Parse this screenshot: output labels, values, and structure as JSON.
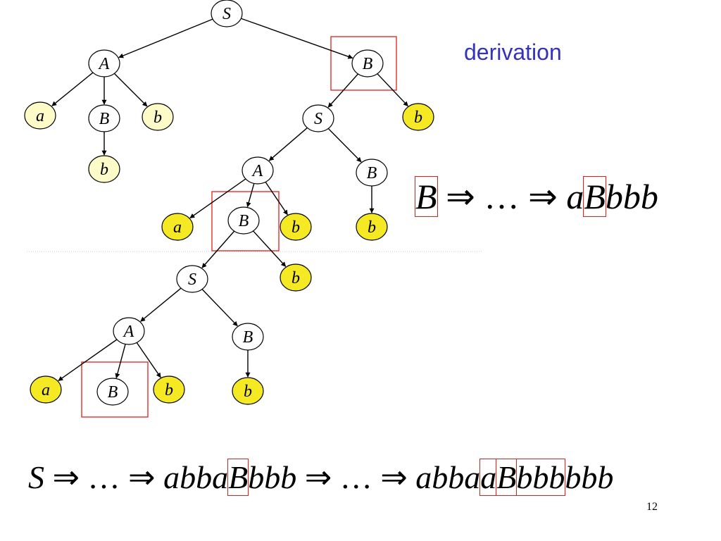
{
  "title": "derivation",
  "page_number": "12",
  "colors": {
    "leaf_light": "#fdfbc8",
    "leaf_bright": "#f5e924",
    "highlight": "#e0201a",
    "title": "#3333bb"
  },
  "formula_top": {
    "lhs": "B",
    "arrow1": "⇒",
    "dots": "…",
    "arrow2": "⇒",
    "rhs_a": "a",
    "rhs_B": "B",
    "rhs_tail": "bbb"
  },
  "formula_bottom": {
    "s": "S",
    "arrow1": "⇒",
    "dots1": "…",
    "arrow2": "⇒",
    "mid_pre": "abba",
    "mid_B": "B",
    "mid_post": "bbb",
    "arrow3": "⇒",
    "dots2": "…",
    "arrow4": "⇒",
    "end_pre": "abba",
    "end_a": "a",
    "end_B": "B",
    "end_bbb": "bbb",
    "end_post": "bbb"
  },
  "tree": {
    "nodes": [
      {
        "id": "s1",
        "label": "S",
        "fill": "white"
      },
      {
        "id": "a1",
        "label": "A",
        "fill": "white"
      },
      {
        "id": "b_root",
        "label": "B",
        "fill": "white"
      },
      {
        "id": "la1",
        "label": "a",
        "fill": "light"
      },
      {
        "id": "b1",
        "label": "B",
        "fill": "white"
      },
      {
        "id": "lb1",
        "label": "b",
        "fill": "light"
      },
      {
        "id": "lb2",
        "label": "b",
        "fill": "light"
      },
      {
        "id": "s2",
        "label": "S",
        "fill": "white"
      },
      {
        "id": "lb3",
        "label": "b",
        "fill": "bright"
      },
      {
        "id": "a2",
        "label": "A",
        "fill": "white"
      },
      {
        "id": "b2",
        "label": "B",
        "fill": "white"
      },
      {
        "id": "la2",
        "label": "a",
        "fill": "bright"
      },
      {
        "id": "b3",
        "label": "B",
        "fill": "white"
      },
      {
        "id": "lb4",
        "label": "b",
        "fill": "bright"
      },
      {
        "id": "lb5",
        "label": "b",
        "fill": "bright"
      },
      {
        "id": "s3",
        "label": "S",
        "fill": "white"
      },
      {
        "id": "lb6",
        "label": "b",
        "fill": "bright"
      },
      {
        "id": "a3",
        "label": "A",
        "fill": "white"
      },
      {
        "id": "b4",
        "label": "B",
        "fill": "white"
      },
      {
        "id": "la3",
        "label": "a",
        "fill": "bright"
      },
      {
        "id": "b5",
        "label": "B",
        "fill": "white"
      },
      {
        "id": "lb7",
        "label": "b",
        "fill": "bright"
      },
      {
        "id": "lb8",
        "label": "b",
        "fill": "bright"
      }
    ],
    "edges": [
      [
        "s1",
        "a1"
      ],
      [
        "s1",
        "b_root"
      ],
      [
        "a1",
        "la1"
      ],
      [
        "a1",
        "b1"
      ],
      [
        "a1",
        "lb1"
      ],
      [
        "b1",
        "lb2"
      ],
      [
        "b_root",
        "s2"
      ],
      [
        "b_root",
        "lb3"
      ],
      [
        "s2",
        "a2"
      ],
      [
        "s2",
        "b2"
      ],
      [
        "a2",
        "la2"
      ],
      [
        "a2",
        "b3"
      ],
      [
        "a2",
        "lb4"
      ],
      [
        "b2",
        "lb5"
      ],
      [
        "b3",
        "s3"
      ],
      [
        "b3",
        "lb6"
      ],
      [
        "s3",
        "a3"
      ],
      [
        "s3",
        "b4"
      ],
      [
        "a3",
        "la3"
      ],
      [
        "a3",
        "b5"
      ],
      [
        "a3",
        "lb7"
      ],
      [
        "b4",
        "lb8"
      ]
    ]
  }
}
